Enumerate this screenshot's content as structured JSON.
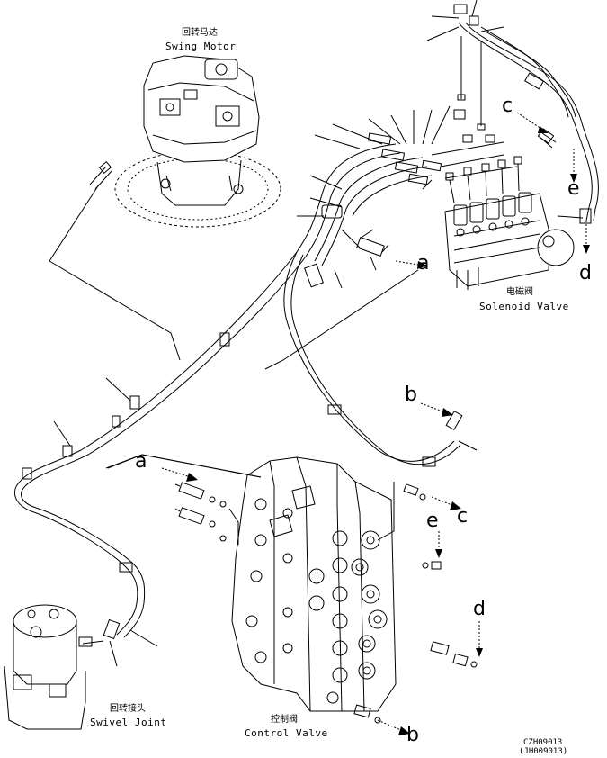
{
  "components": {
    "swing_motor": {
      "cn": "回转马达",
      "en": "Swing Motor"
    },
    "solenoid_valve": {
      "cn": "电磁阀",
      "en": "Solenoid Valve"
    },
    "swivel_joint": {
      "cn": "回转接头",
      "en": "Swivel Joint"
    },
    "control_valve": {
      "cn": "控制阀",
      "en": "Control Valve"
    }
  },
  "connection_refs": {
    "a_solenoid": "a",
    "a_control": "a",
    "b_hose": "b",
    "b_control": "b",
    "c_solenoid": "c",
    "c_control": "c",
    "d_solenoid": "d",
    "d_control": "d",
    "e_solenoid": "e",
    "e_control": "e"
  },
  "drawing_codes": [
    "CZH09013",
    "(JH009013)"
  ]
}
